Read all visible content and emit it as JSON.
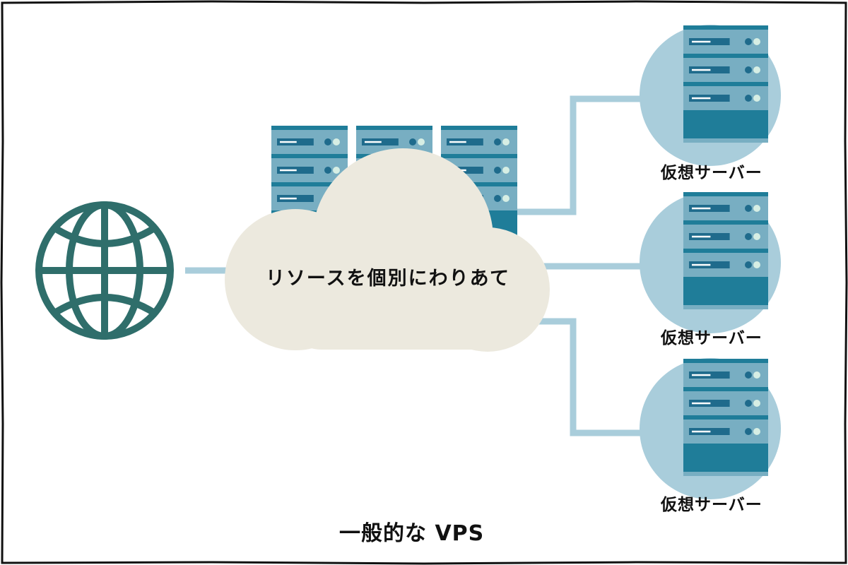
{
  "diagram": {
    "title": "一般的な VPS",
    "internet": {
      "icon": "globe-icon"
    },
    "cloud": {
      "label": "リソースを個別にわりあて"
    },
    "physical_servers": [
      {
        "icon": "server-rack-icon"
      },
      {
        "icon": "server-rack-icon"
      },
      {
        "icon": "server-rack-icon"
      }
    ],
    "virtual_servers": [
      {
        "label": "仮想サーバー",
        "icon": "server-rack-icon"
      },
      {
        "label": "仮想サーバー",
        "icon": "server-rack-icon"
      },
      {
        "label": "仮想サーバー",
        "icon": "server-rack-icon"
      }
    ]
  },
  "colors": {
    "globe": "#2f6e6b",
    "connector": "#a9cddb",
    "cloud": "#ece9de",
    "circle": "#a9cddb",
    "rack_light": "#78aec2",
    "rack_dark": "#1f7d99",
    "slot": "#1f6b8c",
    "led_dark": "#1f6b8c",
    "led_light": "#d6eee4",
    "border": "#111111"
  }
}
